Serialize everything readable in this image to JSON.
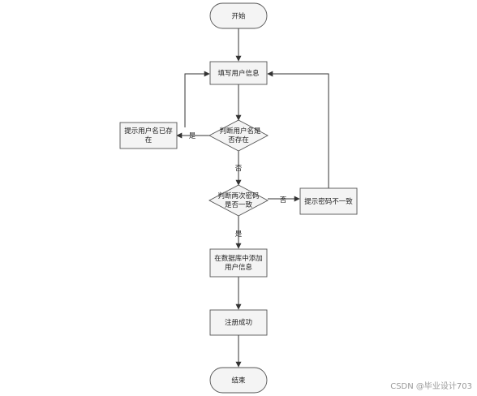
{
  "nodes": {
    "start": "开始",
    "fill_info": "填写用户信息",
    "check_name_l1": "判断用户名是",
    "check_name_l2": "否存在",
    "name_exists_l1": "提示用户名已存",
    "name_exists_l2": "在",
    "check_pwd_l1": "判断两次密码",
    "check_pwd_l2": "是否一致",
    "pwd_mismatch": "提示密码不一致",
    "add_db_l1": "在数据库中添加",
    "add_db_l2": "用户信息",
    "register_ok": "注册成功",
    "end": "结束"
  },
  "edges": {
    "yes_name": "是",
    "no_name": "否",
    "no_pwd": "否",
    "yes_pwd": "是"
  },
  "watermark": "CSDN @毕业设计703"
}
